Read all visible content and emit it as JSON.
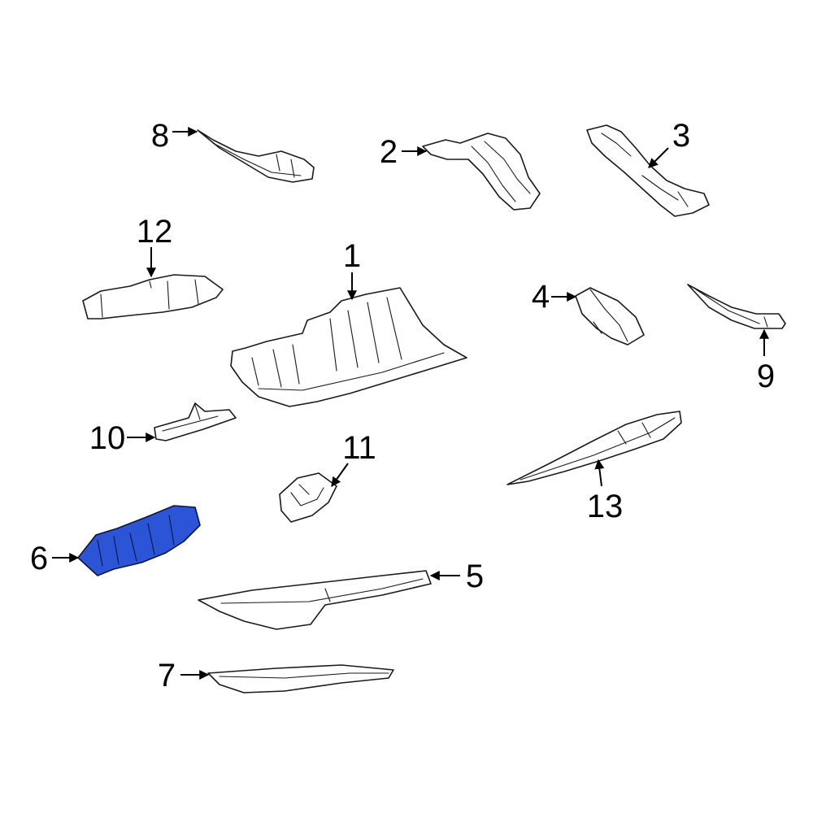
{
  "diagram": {
    "highlight_color": "#2b55d6",
    "callouts": [
      {
        "id": "1",
        "label": "1"
      },
      {
        "id": "2",
        "label": "2"
      },
      {
        "id": "3",
        "label": "3"
      },
      {
        "id": "4",
        "label": "4"
      },
      {
        "id": "5",
        "label": "5"
      },
      {
        "id": "6",
        "label": "6",
        "highlighted": true
      },
      {
        "id": "7",
        "label": "7"
      },
      {
        "id": "8",
        "label": "8"
      },
      {
        "id": "9",
        "label": "9"
      },
      {
        "id": "10",
        "label": "10"
      },
      {
        "id": "11",
        "label": "11"
      },
      {
        "id": "12",
        "label": "12"
      },
      {
        "id": "13",
        "label": "13"
      }
    ]
  }
}
